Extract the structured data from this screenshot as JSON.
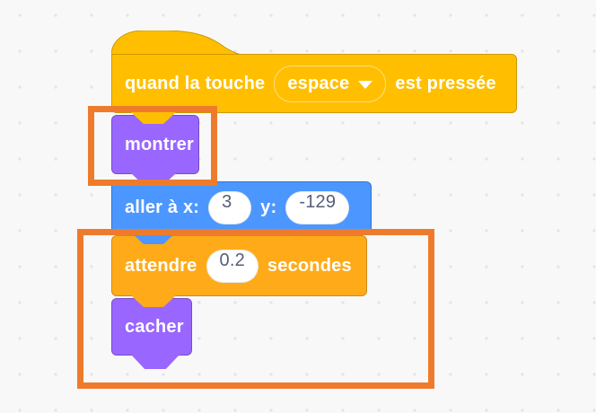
{
  "workspace": {
    "type": "scratch-script-area",
    "background_color": "#F8F8F8",
    "grid_dot_color": "#E7E5E5"
  },
  "colors": {
    "events": "#FFBF00",
    "events_border": "#CC9900",
    "motion": "#4C97FF",
    "motion_border": "#3373CC",
    "looks": "#9966FF",
    "looks_border": "#774DCB",
    "control": "#FFAB19",
    "control_border": "#CF8B17",
    "highlight_rectangle": "#EE7B2C",
    "input_text": "#575E75",
    "block_text": "#FFFFFF"
  },
  "blocks": {
    "hat": {
      "label_start": "quand la touche",
      "dropdown_value": "espace",
      "label_end": "est pressée"
    },
    "show": {
      "label": "montrer"
    },
    "goto": {
      "label_x": "aller à x:",
      "x_value": "3",
      "label_y": "y:",
      "y_value": "-129"
    },
    "wait": {
      "label_start": "attendre",
      "value": "0.2",
      "label_end": "secondes"
    },
    "hide": {
      "label": "cacher"
    }
  }
}
